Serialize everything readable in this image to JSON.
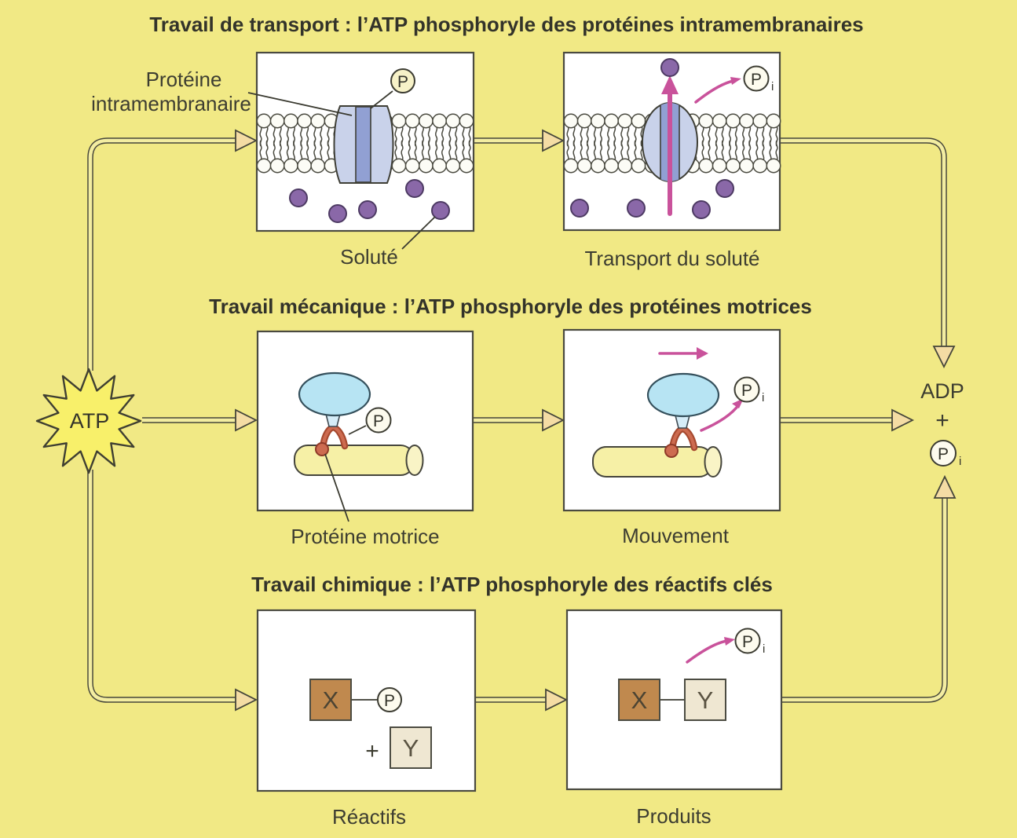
{
  "colors": {
    "background": "#f1e985",
    "panel": "#ffffff",
    "outline": "#45453a",
    "arrow_channel": "#f3eda1",
    "arrow_head": "#f4dca4",
    "atp_star": "#f8f06a",
    "pink": "#c9529b",
    "solute": "#8a68a8",
    "membrane_protein": "#c9d2ea",
    "protein_channel": "#91a0d3",
    "motor_head": "#b7e4f3",
    "motor_neck": "#d6edf8",
    "motor_leg": "#cd6b50",
    "filament": "#f6f0a6",
    "x_square": "#c0894e",
    "y_square": "#efe7d2"
  },
  "atp": {
    "label": "ATP"
  },
  "output": {
    "adp": "ADP",
    "plus": "+",
    "p": "P",
    "i": "i"
  },
  "transport": {
    "title": "Travail de transport : l’ATP phosphoryle des protéines intramembranaires",
    "protein_label_1": "Protéine",
    "protein_label_2": "intramembranaire",
    "p": "P",
    "solute_label": "Soluté",
    "pi_p": "P",
    "pi_i": "i",
    "caption": "Transport du soluté"
  },
  "mechanical": {
    "title": "Travail mécanique : l’ATP phosphoryle des protéines motrices",
    "p": "P",
    "motor_label": "Protéine motrice",
    "pi_p": "P",
    "pi_i": "i",
    "caption": "Mouvement"
  },
  "chemical": {
    "title": "Travail chimique : l’ATP phosphoryle des réactifs clés",
    "x": "X",
    "plus": "+",
    "y": "Y",
    "p": "P",
    "x2": "X",
    "y2": "Y",
    "pi_p": "P",
    "pi_i": "i",
    "reactants_caption": "Réactifs",
    "products_caption": "Produits"
  }
}
